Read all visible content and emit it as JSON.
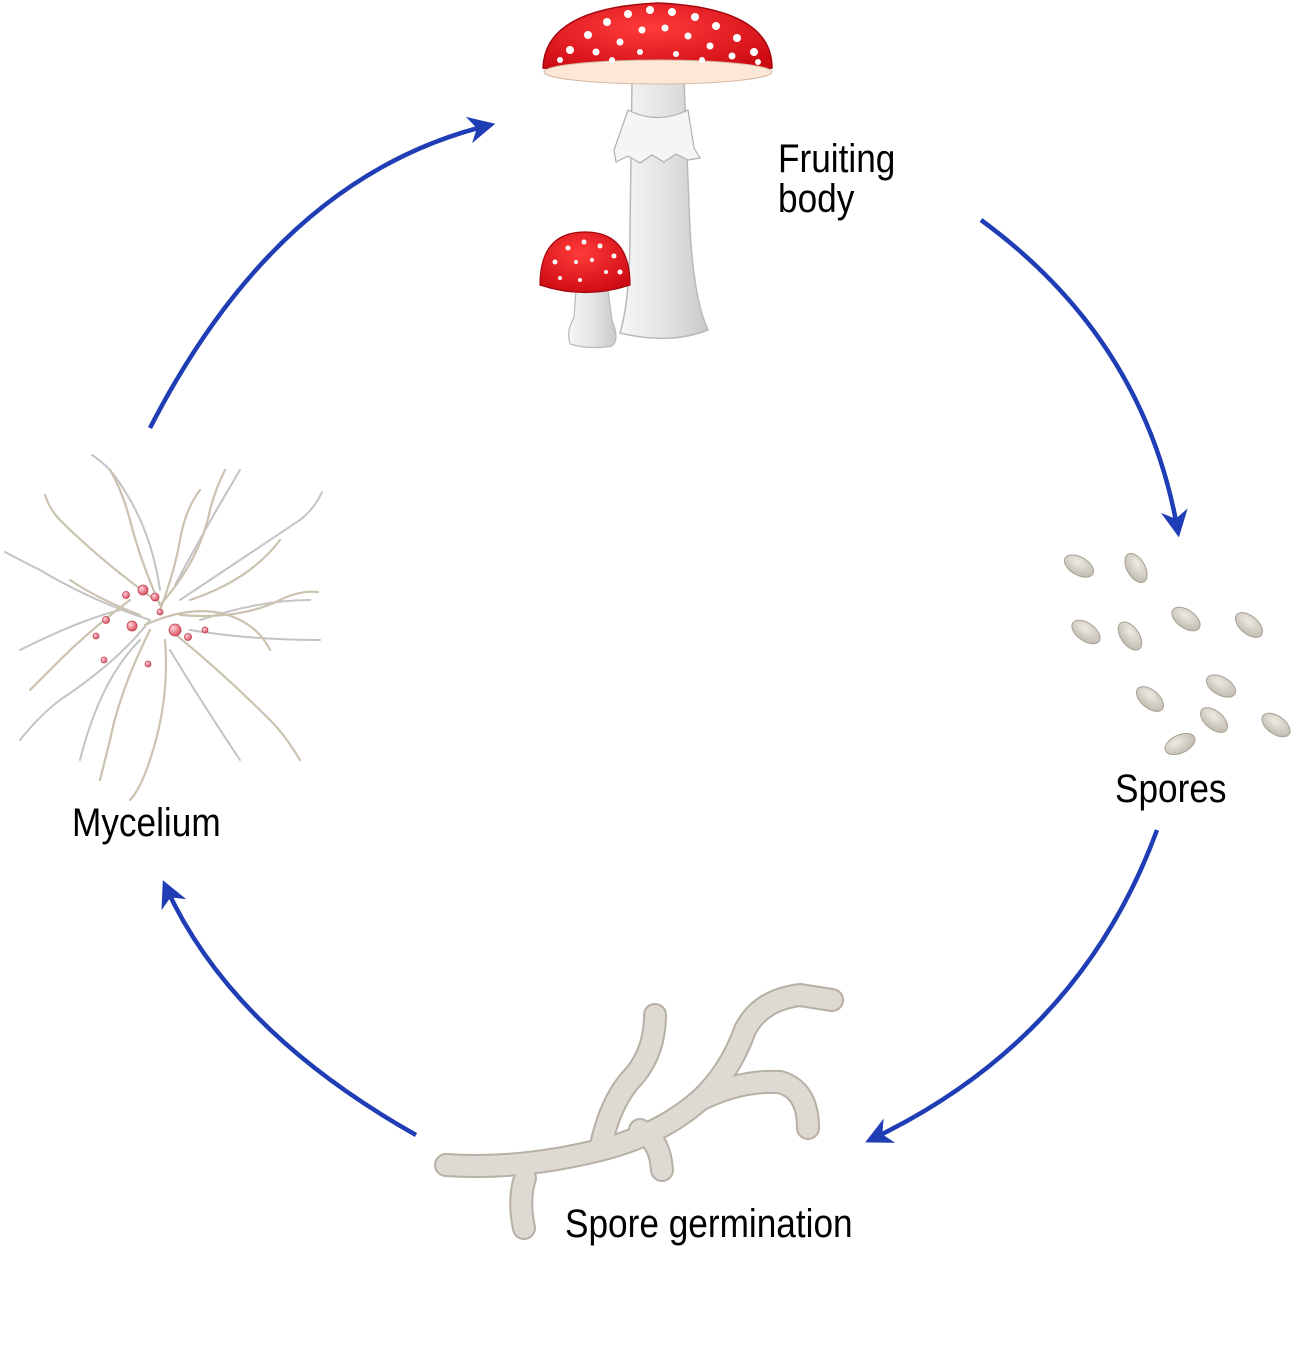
{
  "stages": {
    "fruiting_body": {
      "label_line1": "Fruiting",
      "label_line2": "body"
    },
    "spores": {
      "label": "Spores"
    },
    "spore_germination": {
      "label": "Spore germination"
    },
    "mycelium": {
      "label": "Mycelium"
    }
  },
  "colors": {
    "arrow": "#1f3db4",
    "cap_red": "#e8101a",
    "cap_spots": "#ffffff",
    "stem": "#e6e6e6",
    "spore": "#d8d4cc",
    "hyphae": "#d9d5cb",
    "mycelium_nodes": "#e06a78"
  }
}
